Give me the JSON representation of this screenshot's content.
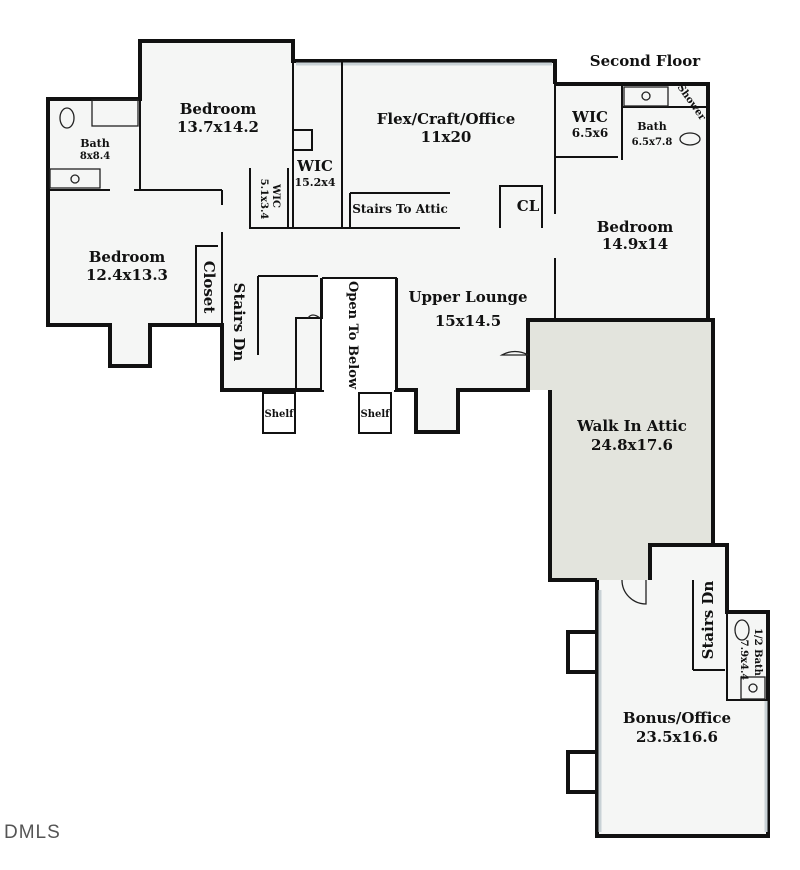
{
  "title": "Second Floor",
  "watermark": "DMLS",
  "rooms": {
    "bedroom_nw": {
      "name": "Bedroom",
      "size": "13.7x14.2"
    },
    "flex": {
      "name": "Flex/Craft/Office",
      "size": "11x20"
    },
    "wic_main": {
      "name": "WIC",
      "size": "15.2x4"
    },
    "wic_small": {
      "name": "WIC",
      "size": "5.1x3.4"
    },
    "stairs_attic": "Stairs To Attic",
    "cl": "CL",
    "wic_ne": {
      "name": "WIC",
      "size": "6.5x6"
    },
    "bath_ne": {
      "name": "Bath",
      "size": "6.5x7.8"
    },
    "shower": "Shower",
    "bath_w": {
      "name": "Bath",
      "size": "8x8.4"
    },
    "bedroom_w": {
      "name": "Bedroom",
      "size": "12.4x13.3"
    },
    "closet": "Closet",
    "stairs_dn_1": "Stairs Dn",
    "open_below": "Open To Below",
    "upper_lounge": {
      "name": "Upper Lounge",
      "size": "15x14.5"
    },
    "bedroom_e": {
      "name": "Bedroom",
      "size": "14.9x14"
    },
    "shelf_1": "Shelf",
    "shelf_2": "Shelf",
    "walk_in_attic": {
      "name": "Walk In Attic",
      "size": "24.8x17.6"
    },
    "stairs_dn_2": "Stairs Dn",
    "half_bath": {
      "name": "1/2 Bath",
      "size": "7.9x4.4"
    },
    "bonus": {
      "name": "Bonus/Office",
      "size": "23.5x16.6"
    }
  }
}
